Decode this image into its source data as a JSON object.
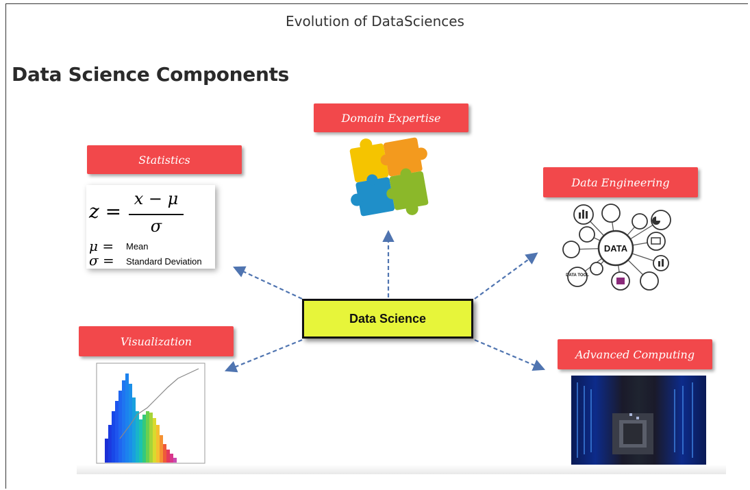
{
  "window_title": "Evolution of DataSciences",
  "heading": "Data Science Components",
  "center_node": "Data Science",
  "components": {
    "statistics": "Statistics",
    "domain_expertise": "Domain Expertise",
    "data_engineering": "Data Engineering",
    "visualization": "Visualization",
    "advanced_computing": "Advanced Computing"
  },
  "statistics_card": {
    "formula_lhs": "z =",
    "numerator": "x − μ",
    "denominator": "σ",
    "mu_symbol": "μ =",
    "mu_def": "Mean",
    "sigma_symbol": "σ =",
    "sigma_def": "Standard Deviation"
  },
  "data_engineering_hub": "DATA",
  "data_engineering_node_text": "DATA TOOL",
  "colors": {
    "label_bg": "#f2484b",
    "center_bg": "#e7f53a",
    "arrow": "#4f74b0"
  }
}
